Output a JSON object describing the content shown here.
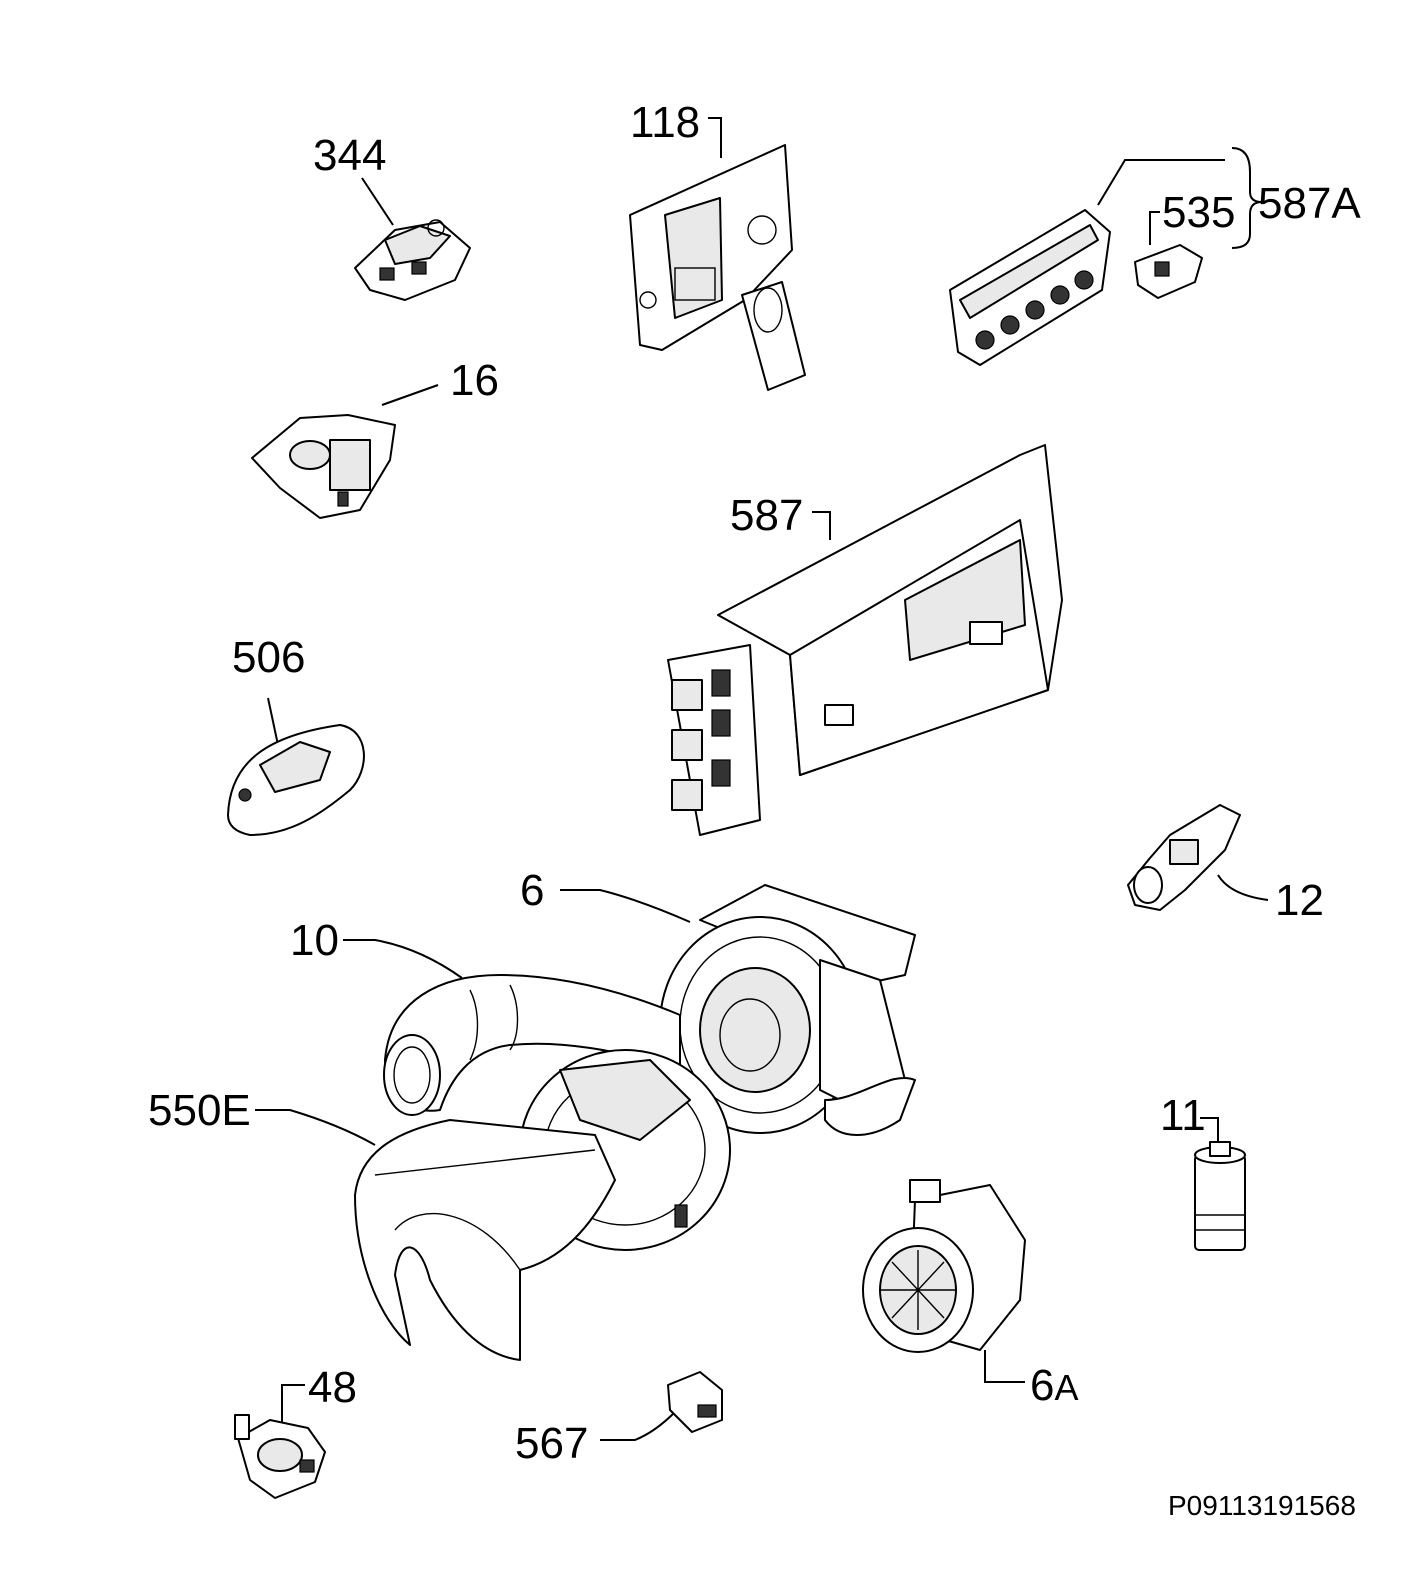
{
  "diagram": {
    "labels": {
      "p344": "344",
      "p118": "118",
      "p587A": "587A",
      "p535": "535",
      "p16": "16",
      "p587": "587",
      "p506": "506",
      "p6": "6",
      "p12": "12",
      "p10": "10",
      "p550E": "550E",
      "p11": "11",
      "p48": "48",
      "p6A_main": "6",
      "p6A_suffix": "A",
      "p567": "567"
    },
    "drawing_number": "P09113191568"
  }
}
